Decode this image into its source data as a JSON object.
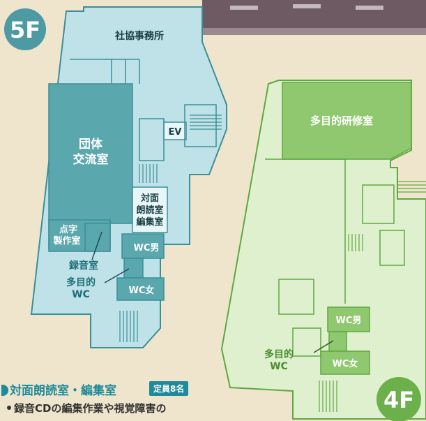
{
  "floor5": {
    "badge": "5F",
    "rooms": {
      "social_welfare_office": "社協事務所",
      "ev": "EV",
      "group_room_1": "団体",
      "group_room_2": "交流室",
      "braille_1": "点字",
      "braille_2": "製作室",
      "recording_room": "録音室",
      "multipurpose_1": "多目的",
      "multipurpose_2": "WC",
      "reading_1": "対面",
      "reading_2": "朗読室",
      "reading_3": "編集室",
      "wc_men": "WC男",
      "wc_women": "WC女"
    }
  },
  "floor4": {
    "badge": "4F",
    "rooms": {
      "training_room": "多目的研修室",
      "wc_men": "WC男",
      "wc_women": "WC女",
      "multipurpose_1": "多目的",
      "multipurpose_2": "WC"
    }
  },
  "info": {
    "heading": "対面朗読室・編集室",
    "capacity": "定員8名",
    "description": "録音CDの編集作業や視覚障害の"
  },
  "colors": {
    "floor5_fill": "#bfe2e8",
    "floor5_dark": "#5aa7ad",
    "floor5_line": "#3a8f98",
    "floor4_fill": "#dff0cf",
    "floor4_dark": "#8fc86e",
    "floor4_line": "#5ea83f",
    "background": "#efe4cc",
    "accent_teal": "#1e8a9a"
  }
}
